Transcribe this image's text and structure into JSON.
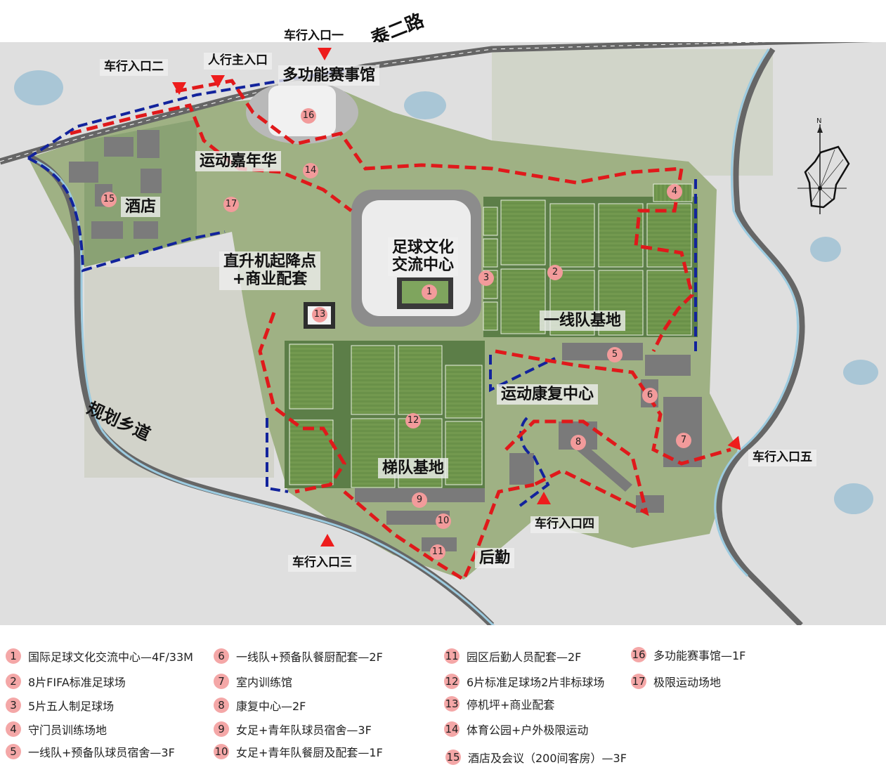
{
  "map": {
    "roads": {
      "north_road": "泰二路",
      "southwest_road": "规划乡道"
    },
    "entrances": {
      "vehicle_1": "车行入口一",
      "vehicle_2": "车行入口二",
      "vehicle_3": "车行入口三",
      "vehicle_4": "车行入口四",
      "vehicle_5": "车行入口五",
      "pedestrian_main": "人行主入口"
    },
    "zones": {
      "arena": "多功能赛事馆",
      "carnival": "运动嘉年华",
      "hotel": "酒店",
      "heli_line1": "直升机起降点",
      "heli_line2": "+商业配套",
      "culture_line1": "足球文化",
      "culture_line2": "交流中心",
      "first_team": "一线队基地",
      "rehab": "运动康复中心",
      "echelon": "梯队基地",
      "logistics": "后勤"
    },
    "markers": [
      "1",
      "2",
      "3",
      "4",
      "5",
      "6",
      "7",
      "8",
      "9",
      "10",
      "11",
      "12",
      "13",
      "14",
      "15",
      "16",
      "17"
    ],
    "compass": {
      "north_label": "N"
    },
    "colors": {
      "route_red": "#e0191b",
      "boundary_blue": "#12239c",
      "marker_pink": "#f29b9b",
      "field_green": "#6f9650",
      "entry_arrow": "#ee1c1c"
    }
  },
  "legend": {
    "items": [
      {
        "num": "1",
        "text": "国际足球文化交流中心—4F/33M"
      },
      {
        "num": "2",
        "text": "8片FIFA标准足球场"
      },
      {
        "num": "3",
        "text": "5片五人制足球场"
      },
      {
        "num": "4",
        "text": "守门员训练场地"
      },
      {
        "num": "5",
        "text": "一线队+预备队球员宿舍—3F"
      },
      {
        "num": "6",
        "text": "一线队+预备队餐厨配套—2F"
      },
      {
        "num": "7",
        "text": "室内训练馆"
      },
      {
        "num": "8",
        "text": "康复中心—2F"
      },
      {
        "num": "9",
        "text": "女足+青年队球员宿舍—3F"
      },
      {
        "num": "10",
        "text": "女足+青年队餐厨及配套—1F"
      },
      {
        "num": "11",
        "text": "园区后勤人员配套—2F"
      },
      {
        "num": "12",
        "text": "6片标准足球场2片非标球场"
      },
      {
        "num": "13",
        "text": "停机坪+商业配套"
      },
      {
        "num": "14",
        "text": "体育公园+户外极限运动"
      },
      {
        "num": "15",
        "text": "酒店及会议（200间客房）—3F"
      },
      {
        "num": "16",
        "text": "多功能赛事馆—1F"
      },
      {
        "num": "17",
        "text": "极限运动场地"
      }
    ]
  }
}
